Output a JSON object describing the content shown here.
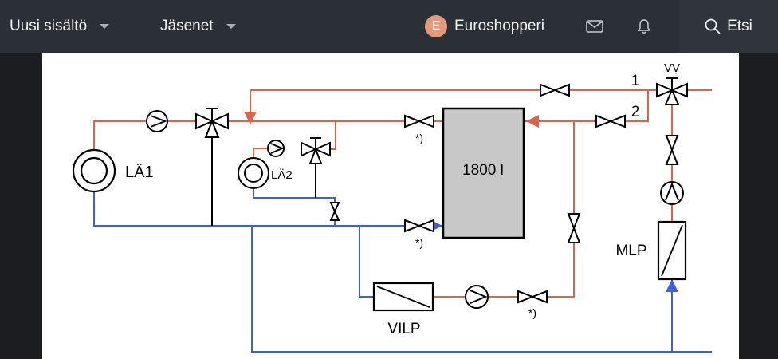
{
  "header": {
    "nav_new": "Uusi sisältö",
    "nav_members": "Jäsenet",
    "user_initial": "E",
    "username": "Euroshopperi",
    "search_label": "Etsi"
  },
  "diagram": {
    "tank_label": "1800 l",
    "lä1_label": "LÄ1",
    "lä2_label": "LÄ2",
    "vilp_label": "VILP",
    "mlp_label": "MLP",
    "vv_label": "VV",
    "line1_label": "1",
    "line2_label": "2",
    "footnote_mark": "*)"
  },
  "colors": {
    "hot_pipe": "#d9654a",
    "cold_pipe": "#3b5fe0",
    "tank_fill": "#c8c8c8",
    "header_bg": "#2b2f36",
    "avatar_bg": "#e5987a"
  }
}
